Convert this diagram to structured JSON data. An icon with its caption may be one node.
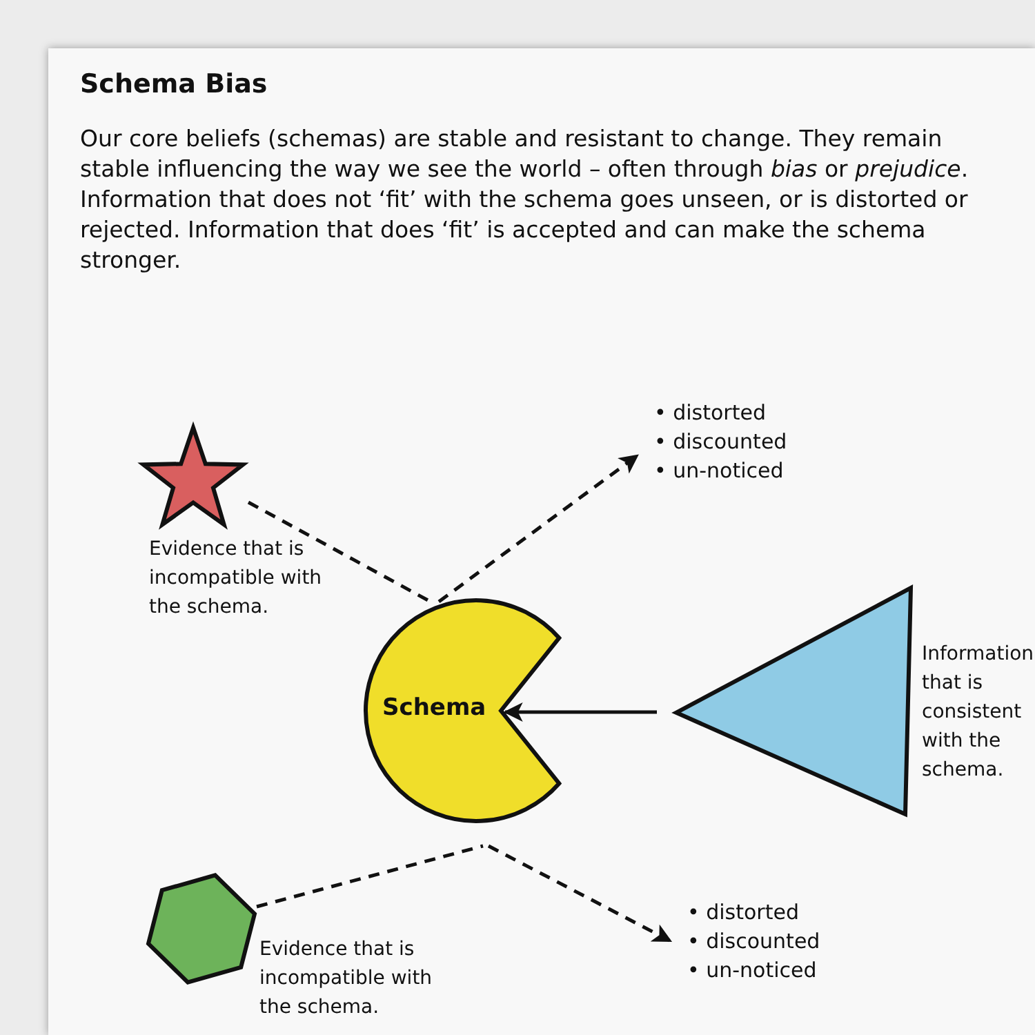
{
  "diagram": {
    "title": "Schema Bias",
    "caption": "Our core beliefs (schemas) are stable and resistant to change. They remain stable influencing the way we see the world – often through *bias* or *prejudice*. Information that does not ‘fit’ with the schema goes unseen, or is distorted or rejected. Information that does ‘fit’ is accepted and can make the schema stronger.",
    "nodes": [
      {
        "text": [],
        "shape": "star",
        "beside": [
          "Evidence that is incompatible with the schema."
        ]
      },
      {
        "text": [
          "Schema"
        ]
      },
      {
        "text": [],
        "shape": "triangle",
        "beside": [
          "Information that is consistent with the schema."
        ]
      },
      {
        "text": [],
        "shape": "hexagon",
        "beside": [
          "Evidence that is incompatible with the schema."
        ]
      },
      {
        "text": [
          "• distorted",
          "• discounted",
          "• un-noticed"
        ]
      },
      {
        "text": [
          "• distorted",
          "• discounted",
          "• un-noticed"
        ]
      }
    ],
    "edges": [
      {
        "from": 0,
        "to": 1,
        "arrow": "none",
        "style": "dashed"
      },
      {
        "from": 1,
        "to": 4,
        "arrow": "to",
        "style": "dashed"
      },
      {
        "from": 2,
        "to": 1,
        "arrow": "to"
      },
      {
        "from": 3,
        "to": 1,
        "arrow": "none",
        "style": "dashed"
      },
      {
        "from": 1,
        "to": 5,
        "arrow": "to",
        "style": "dashed"
      }
    ]
  }
}
